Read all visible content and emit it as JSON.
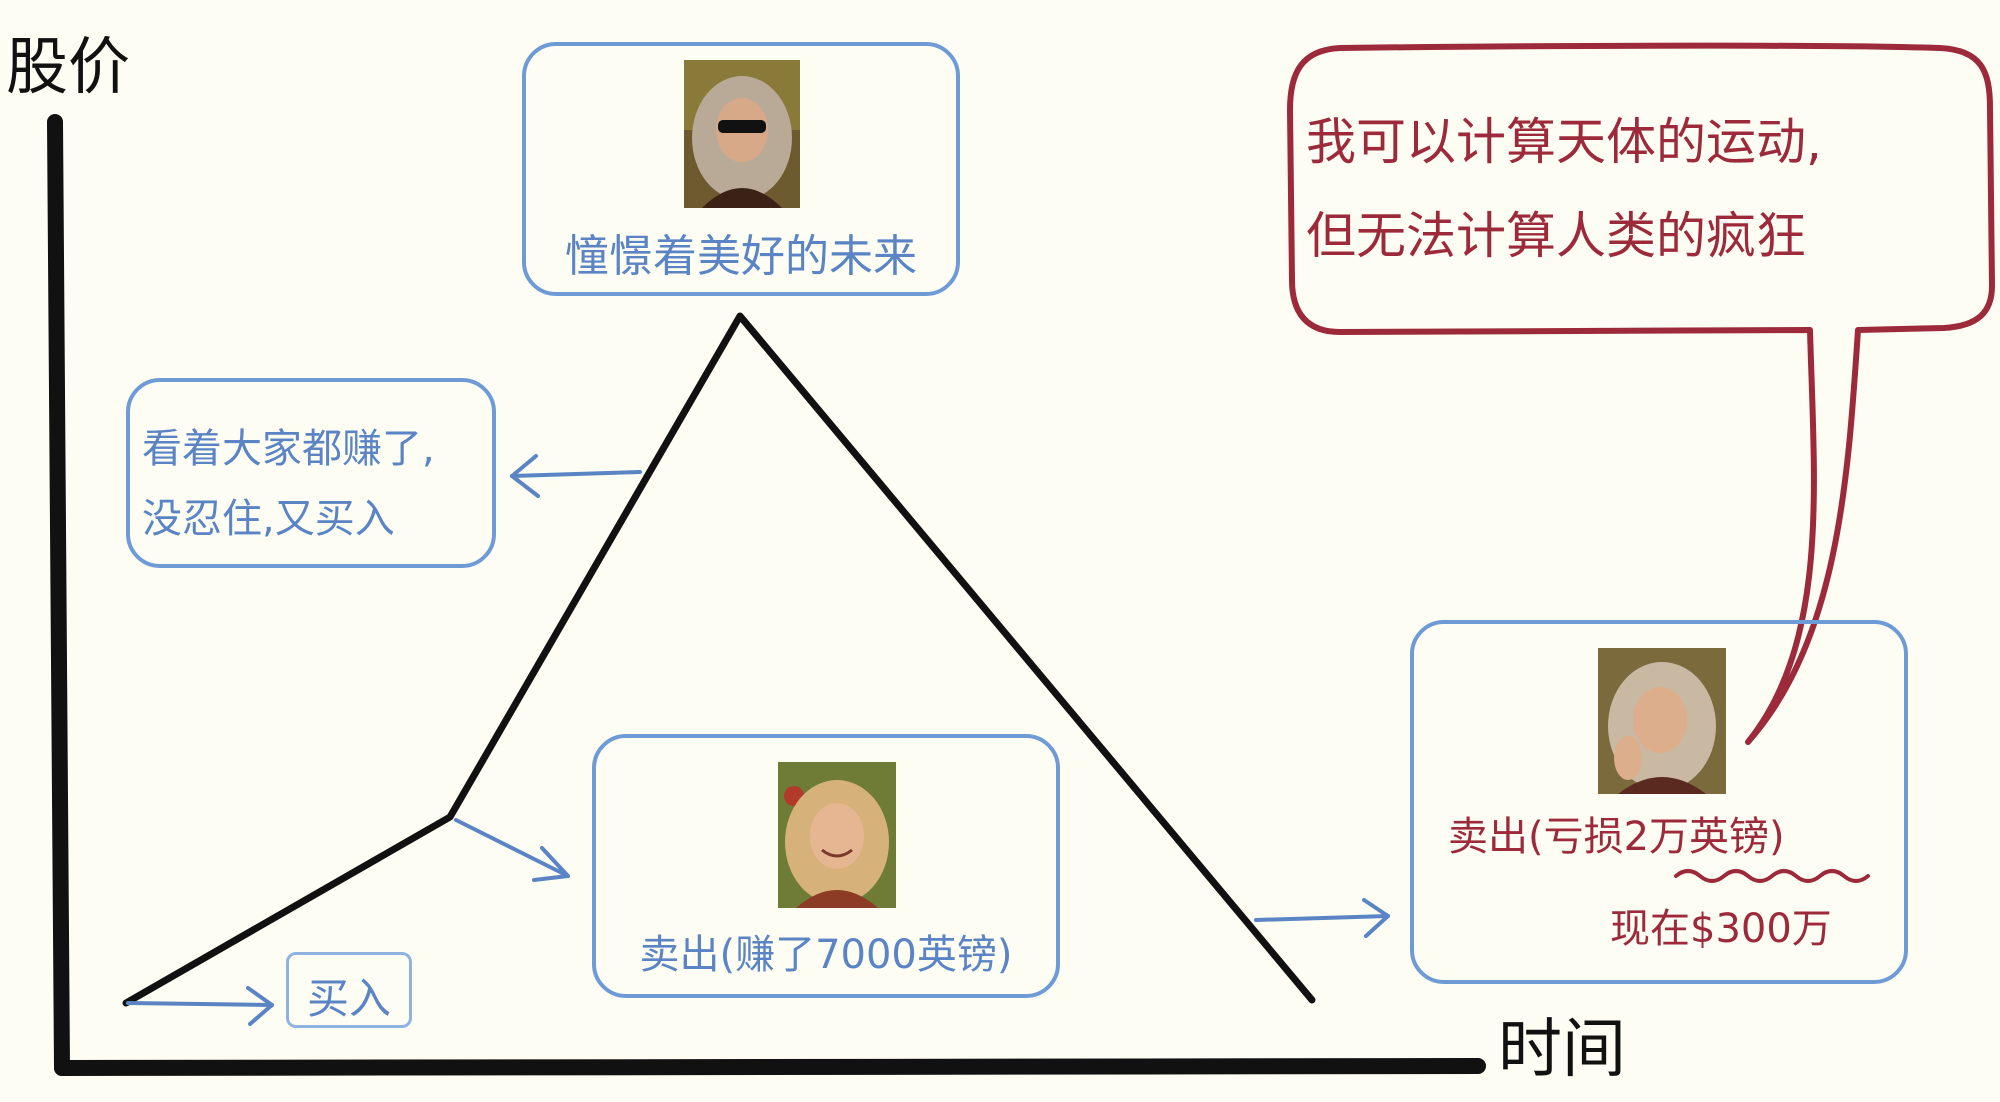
{
  "axes": {
    "y_label": "股价",
    "x_label": "时间"
  },
  "boxes": {
    "peak": {
      "caption": "憧憬着美好的未来"
    },
    "rebuy": {
      "line1": "看着大家都赚了,",
      "line2": "没忍住,又买入"
    },
    "buy": {
      "label": "买入"
    },
    "first_sell": {
      "caption": "卖出(赚了7000英镑)"
    },
    "final_sell": {
      "line1": "卖出(亏损2万英镑)",
      "line2": "现在$300万"
    }
  },
  "speech_bubble": {
    "line1": "我可以计算天体的运动,",
    "line2": "但无法计算人类的疯狂"
  },
  "colors": {
    "line": "#111111",
    "box_border": "#6e9bd6",
    "box_text": "#5a84c4",
    "bubble_border": "#9c2a3a",
    "bubble_text": "#9c2a3a"
  },
  "icons": {
    "peak_portrait": "newton-with-sunglasses-portrait",
    "first_sell_portrait": "smiling-newton-portrait",
    "final_sell_portrait": "thinking-newton-portrait"
  }
}
